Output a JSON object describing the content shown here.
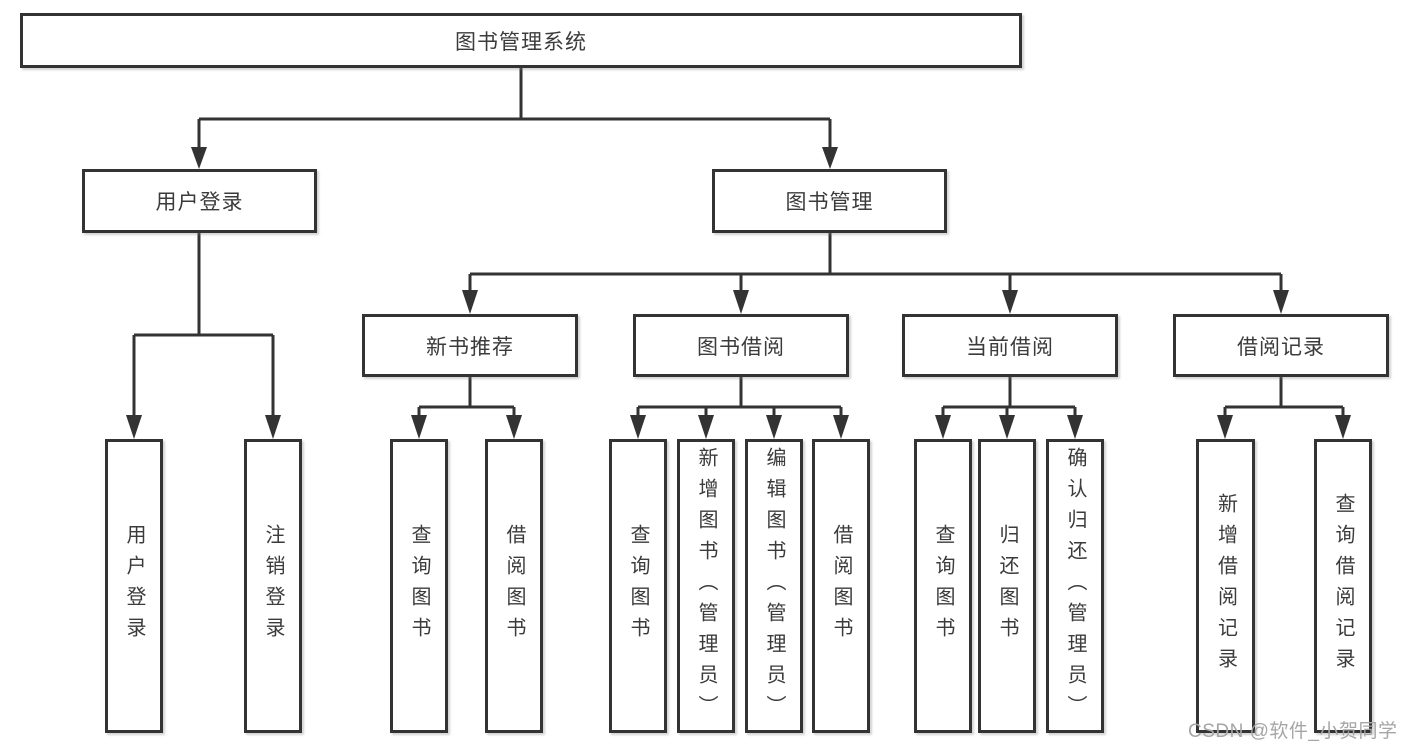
{
  "diagram": {
    "root": {
      "label": "图书管理系统"
    },
    "branches": [
      {
        "label": "用户登录",
        "leaves": [
          {
            "label": "用户登录"
          },
          {
            "label": "注销登录"
          }
        ]
      },
      {
        "label": "图书管理",
        "sections": [
          {
            "label": "新书推荐",
            "leaves": [
              {
                "label": "查询图书"
              },
              {
                "label": "借阅图书"
              }
            ]
          },
          {
            "label": "图书借阅",
            "leaves": [
              {
                "label": "查询图书"
              },
              {
                "label": "新增图书（管理员）"
              },
              {
                "label": "编辑图书（管理员）"
              },
              {
                "label": "借阅图书"
              }
            ]
          },
          {
            "label": "当前借阅",
            "leaves": [
              {
                "label": "查询图书"
              },
              {
                "label": "归还图书"
              },
              {
                "label": "确认归还（管理员）"
              }
            ]
          },
          {
            "label": "借阅记录",
            "leaves": [
              {
                "label": "新增借阅记录"
              },
              {
                "label": "查询借阅记录"
              }
            ]
          }
        ]
      }
    ]
  },
  "watermark": {
    "text": "CSDN @软件_小贺同学"
  },
  "colors": {
    "line": "#333333",
    "box_border": "#333333",
    "text": "#3b3b3b",
    "watermark": "#a6a6a6",
    "background": "#ffffff"
  }
}
